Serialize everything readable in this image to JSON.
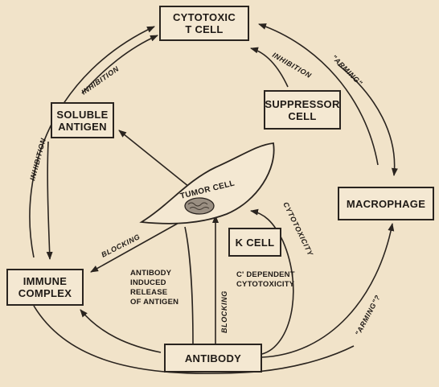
{
  "nodes": {
    "cytotoxic_t_cell": [
      "CYTOTOXIC",
      "T CELL"
    ],
    "soluble_antigen": [
      "SOLUBLE",
      "ANTIGEN"
    ],
    "suppressor_cell": [
      "SUPPRESSOR",
      "CELL"
    ],
    "macrophage": "MACROPHAGE",
    "immune_complex": [
      "IMMUNE",
      "COMPLEX"
    ],
    "k_cell": "K CELL",
    "antibody": "ANTIBODY",
    "tumor_cell": "TUMOR CELL"
  },
  "notes": {
    "antibody_induced_release": [
      "ANTIBODY",
      "INDUCED",
      "RELEASE",
      "OF ANTIGEN"
    ],
    "c_dependent": [
      "C' DEPENDENT",
      "CYTOTOXICITY"
    ]
  },
  "edge_labels": {
    "inhibition_left": "INHIBITION",
    "inhibition_upper": "INHIBITION",
    "inhibition_right": "INHIBITION",
    "arming_top": "\"ARMING\"",
    "arming_bottom": "\"ARMING\"?",
    "blocking_left": "BLOCKING",
    "blocking_vertical": "BLOCKING",
    "cytotoxicity": "CYTOTOXICITY"
  },
  "colors": {
    "background": "#f1e3c9",
    "ink": "#1f1a16",
    "box_fill": "#f4e8d2"
  }
}
